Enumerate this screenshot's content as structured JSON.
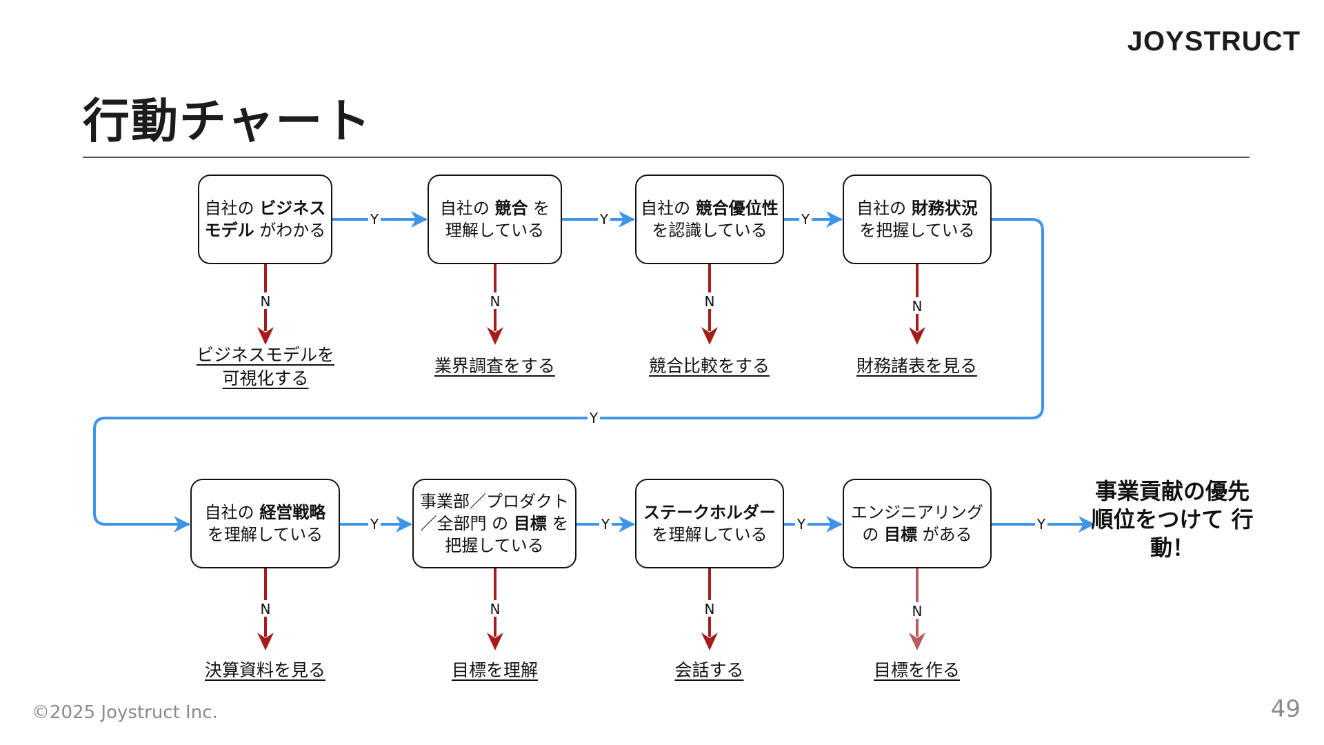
{
  "header": {
    "logo_text": "JOYSTRUCT",
    "title": "行動チャート"
  },
  "footer": {
    "copyright": "©2025 Joystruct Inc.",
    "page_number": "49"
  },
  "colors": {
    "yes_arrow": "#3d94e8",
    "no_arrow": "#a61c1c",
    "no_arrow_light": "#b85c5c",
    "box_border": "#111111"
  },
  "labels": {
    "yes": "Y",
    "no": "N"
  },
  "steps": [
    {
      "pre": "自社の ",
      "bold": "ビジネスモデル",
      "post": " がわかる",
      "no_action": "ビジネスモデルを可視化する"
    },
    {
      "pre": "自社の ",
      "bold": "競合",
      "post": " を理解している",
      "no_action": "業界調査をする"
    },
    {
      "pre": "自社の ",
      "bold": "競合優位性",
      "post": " を認識している",
      "no_action": "競合比較をする"
    },
    {
      "pre": "自社の ",
      "bold": "財務状況",
      "post": " を把握している",
      "no_action": "財務諸表を見る"
    },
    {
      "pre": "自社の ",
      "bold": "経営戦略",
      "post": " を理解している",
      "no_action": "決算資料を見る"
    },
    {
      "pre": "事業部／プロダクト／全部門 の ",
      "bold": "目標",
      "post": " を把握している",
      "no_action": "目標を理解"
    },
    {
      "pre": "",
      "bold": "ステークホルダー",
      "post": " を理解している",
      "no_action": "会話する"
    },
    {
      "pre": "エンジニアリング の ",
      "bold": "目標",
      "post": " がある",
      "no_action": "目標を作る"
    }
  ],
  "result": "事業貢献の優先順位をつけて 行動！"
}
